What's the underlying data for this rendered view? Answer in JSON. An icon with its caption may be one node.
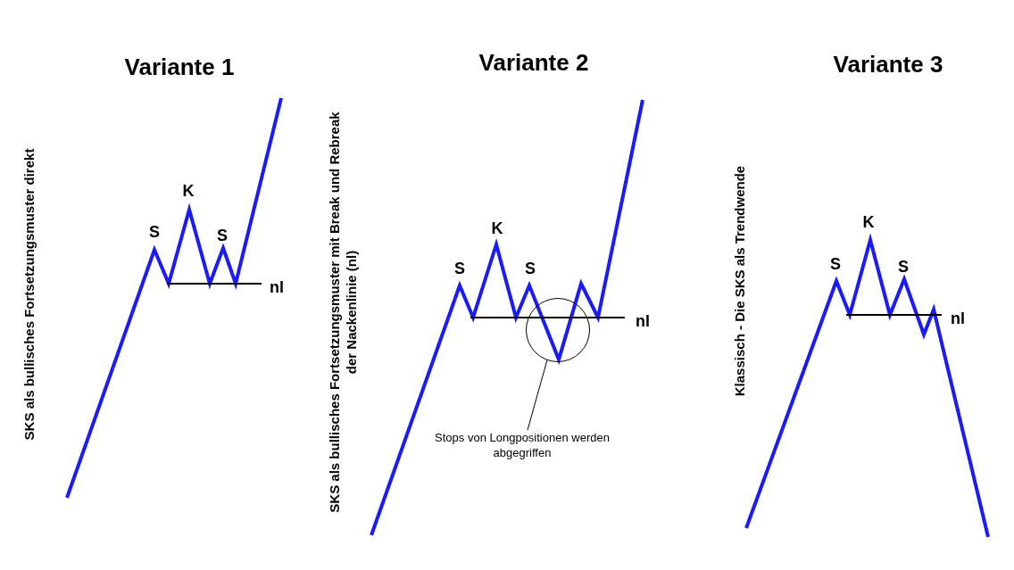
{
  "diagram": {
    "nodes": [
      {
        "text": [],
        "shape": "circle"
      },
      {
        "text": [
          "Stops von Longpositionen werden abgegriffen"
        ]
      }
    ],
    "edges": [
      {
        "from": 1,
        "to": 0,
        "arrow": "none"
      }
    ],
    "labels": [
      "Variante 1",
      "Variante 2",
      "Variante 3",
      "SKS als bullisches Fortsetzungsmuster direkt",
      "S",
      "K",
      "S",
      "nl",
      "SKS als bullisches Fortsetzungsmuster mit Break und Rebreak der Nackenlinie (nl)",
      "S",
      "K",
      "S",
      "nl",
      "Klassisch - Die SKS als Trendwende",
      "S",
      "K",
      "S",
      "nl"
    ]
  }
}
